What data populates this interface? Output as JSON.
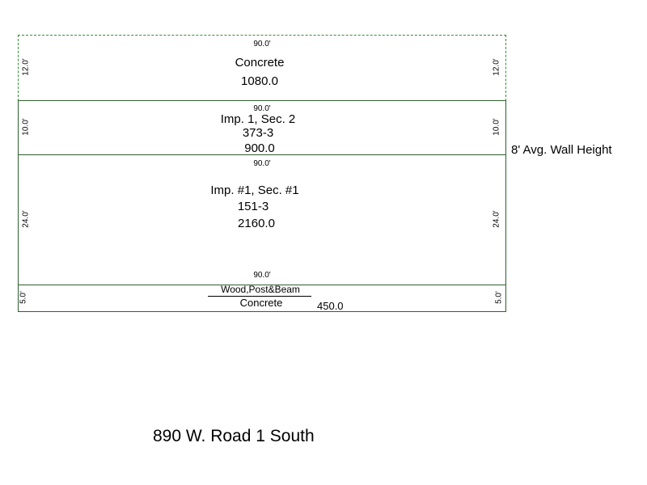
{
  "colors": {
    "wall": "#2f5f2f",
    "dashed": "#3a8a3a",
    "text": "#000000",
    "background": "#ffffff"
  },
  "sections": {
    "concrete_top": {
      "top_dim": "90.0'",
      "left_dim": "12.0'",
      "right_dim": "12.0'",
      "label": "Concrete",
      "area": "1080.0"
    },
    "imp1_sec2": {
      "top_dim": "90.0'",
      "left_dim": "10.0'",
      "right_dim": "10.0'",
      "label": "Imp. 1, Sec. 2",
      "code": "373-3",
      "area": "900.0"
    },
    "imp1_sec1": {
      "top_dim": "90.0'",
      "bottom_dim": "90.0'",
      "left_dim": "24.0'",
      "right_dim": "24.0'",
      "label": "Imp. #1, Sec. #1",
      "code": "151-3",
      "area": "2160.0"
    },
    "porch": {
      "left_dim": "5.0'",
      "right_dim": "5.0'",
      "label_top": "Wood,Post&Beam",
      "label_bottom": "Concrete",
      "area": "450.0"
    }
  },
  "wall_height_note": "8' Avg. Wall Height",
  "address": "890 W. Road 1 South"
}
